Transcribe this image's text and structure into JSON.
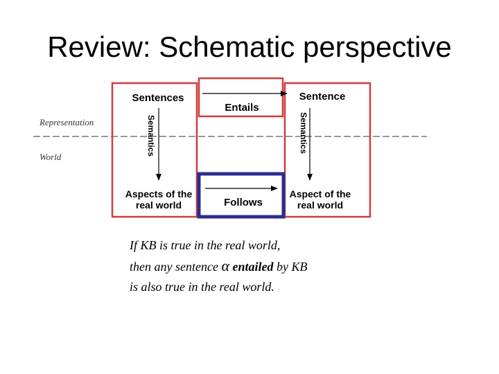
{
  "title": "Review: Schematic perspective",
  "diagram": {
    "sentences": "Sentences",
    "sentence": "Sentence",
    "entails": "Entails",
    "follows": "Follows",
    "semantics": "Semantics",
    "aspects_line1": "Aspects of the",
    "aspects_line2": "real world",
    "aspect_line1": "Aspect of the",
    "aspect_line2": "real world",
    "representation": "Representation",
    "world": "World"
  },
  "caption": {
    "line1": "If KB is true in the real world,",
    "line2_pre": "then any sentence ",
    "alpha": "α",
    "line2_entailed": "entailed",
    "line2_post": " by KB",
    "line3": "is also true in the  real world."
  },
  "colors": {
    "red": "#d33a3a",
    "blue": "#2d2d8f",
    "text": "#000000",
    "gray": "#333333"
  }
}
